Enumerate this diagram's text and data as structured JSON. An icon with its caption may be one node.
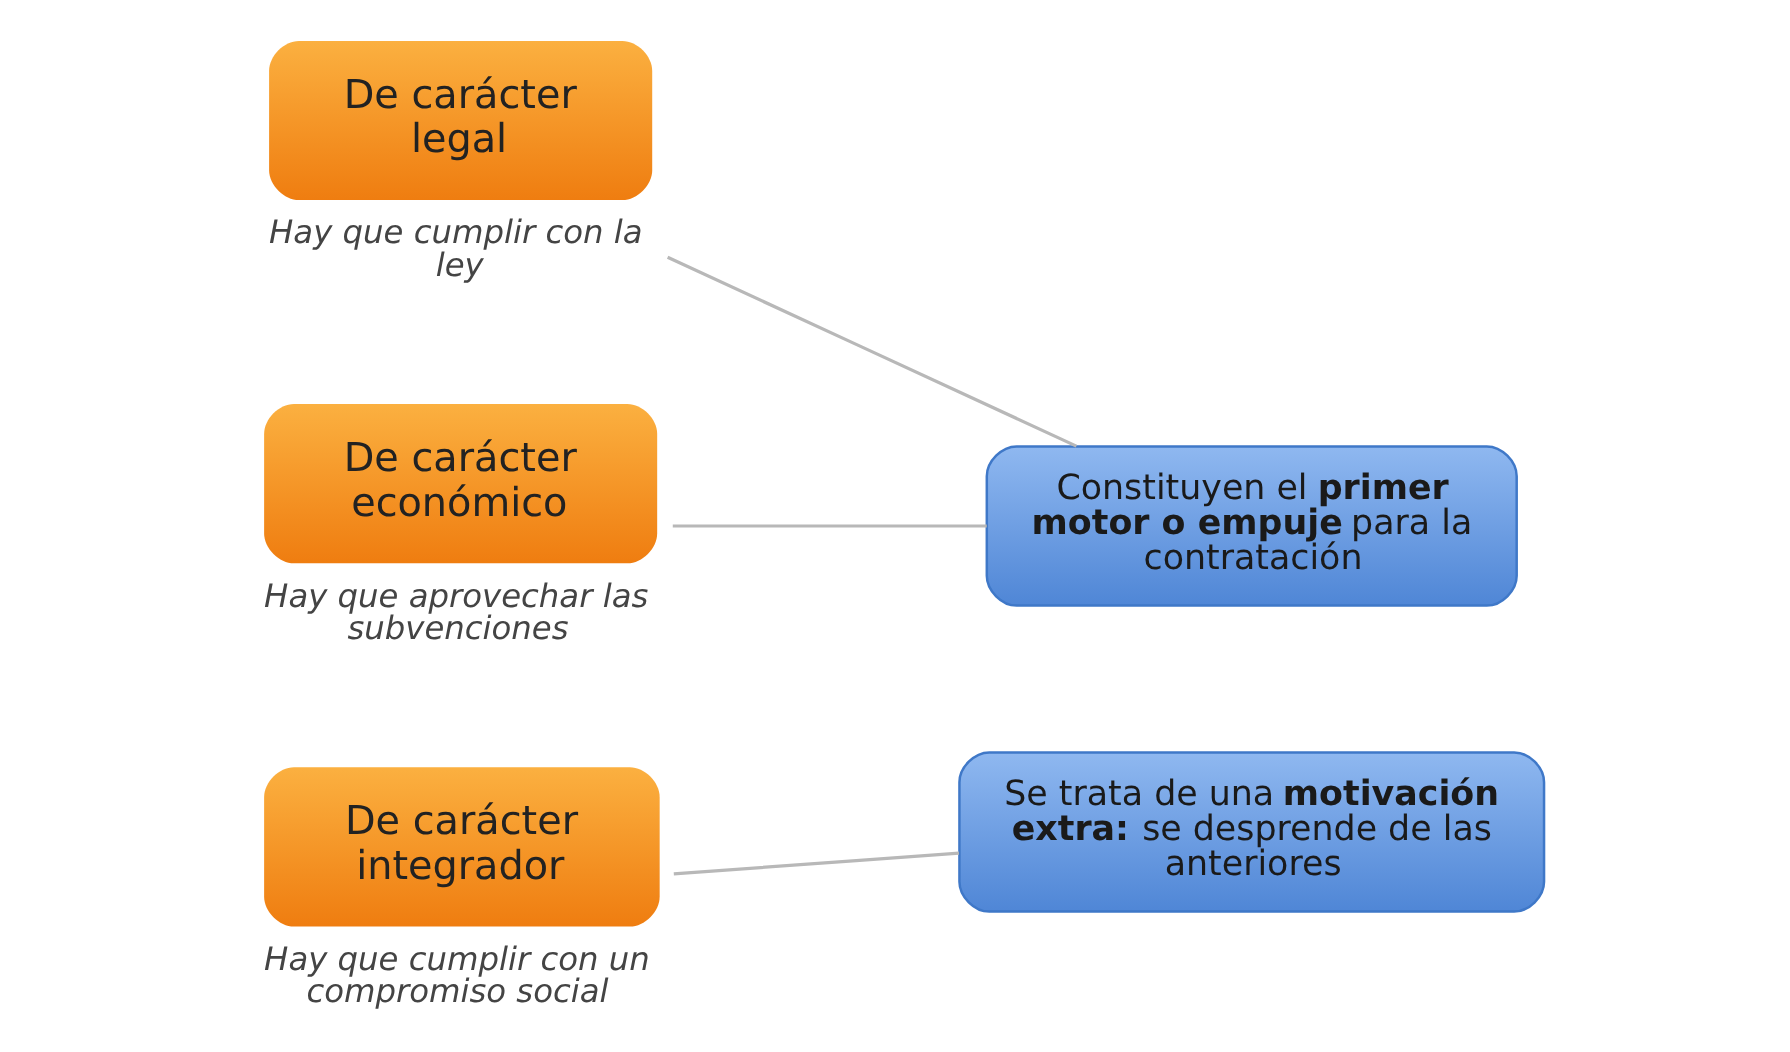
{
  "diagram": {
    "nodes": [
      {
        "text": [
          "De carácter legal"
        ],
        "beside": [
          "Hay que cumplir con la ley"
        ]
      },
      {
        "text": [
          "De carácter económico"
        ],
        "beside": [
          "Hay que aprovechar las subvenciones"
        ]
      },
      {
        "text": [
          "Constituyen el **primer motor o empuje** para la contratación"
        ]
      },
      {
        "text": [
          "De carácter integrador"
        ],
        "beside": [
          "Hay que cumplir con un compromiso social"
        ]
      },
      {
        "text": [
          "Se trata de una **motivación extra:** se desprende de las anteriores"
        ]
      }
    ],
    "edges": [
      {
        "from": 0,
        "to": 2,
        "arrow": "none"
      },
      {
        "from": 1,
        "to": 2,
        "arrow": "none"
      },
      {
        "from": 3,
        "to": 4,
        "arrow": "none"
      }
    ]
  }
}
